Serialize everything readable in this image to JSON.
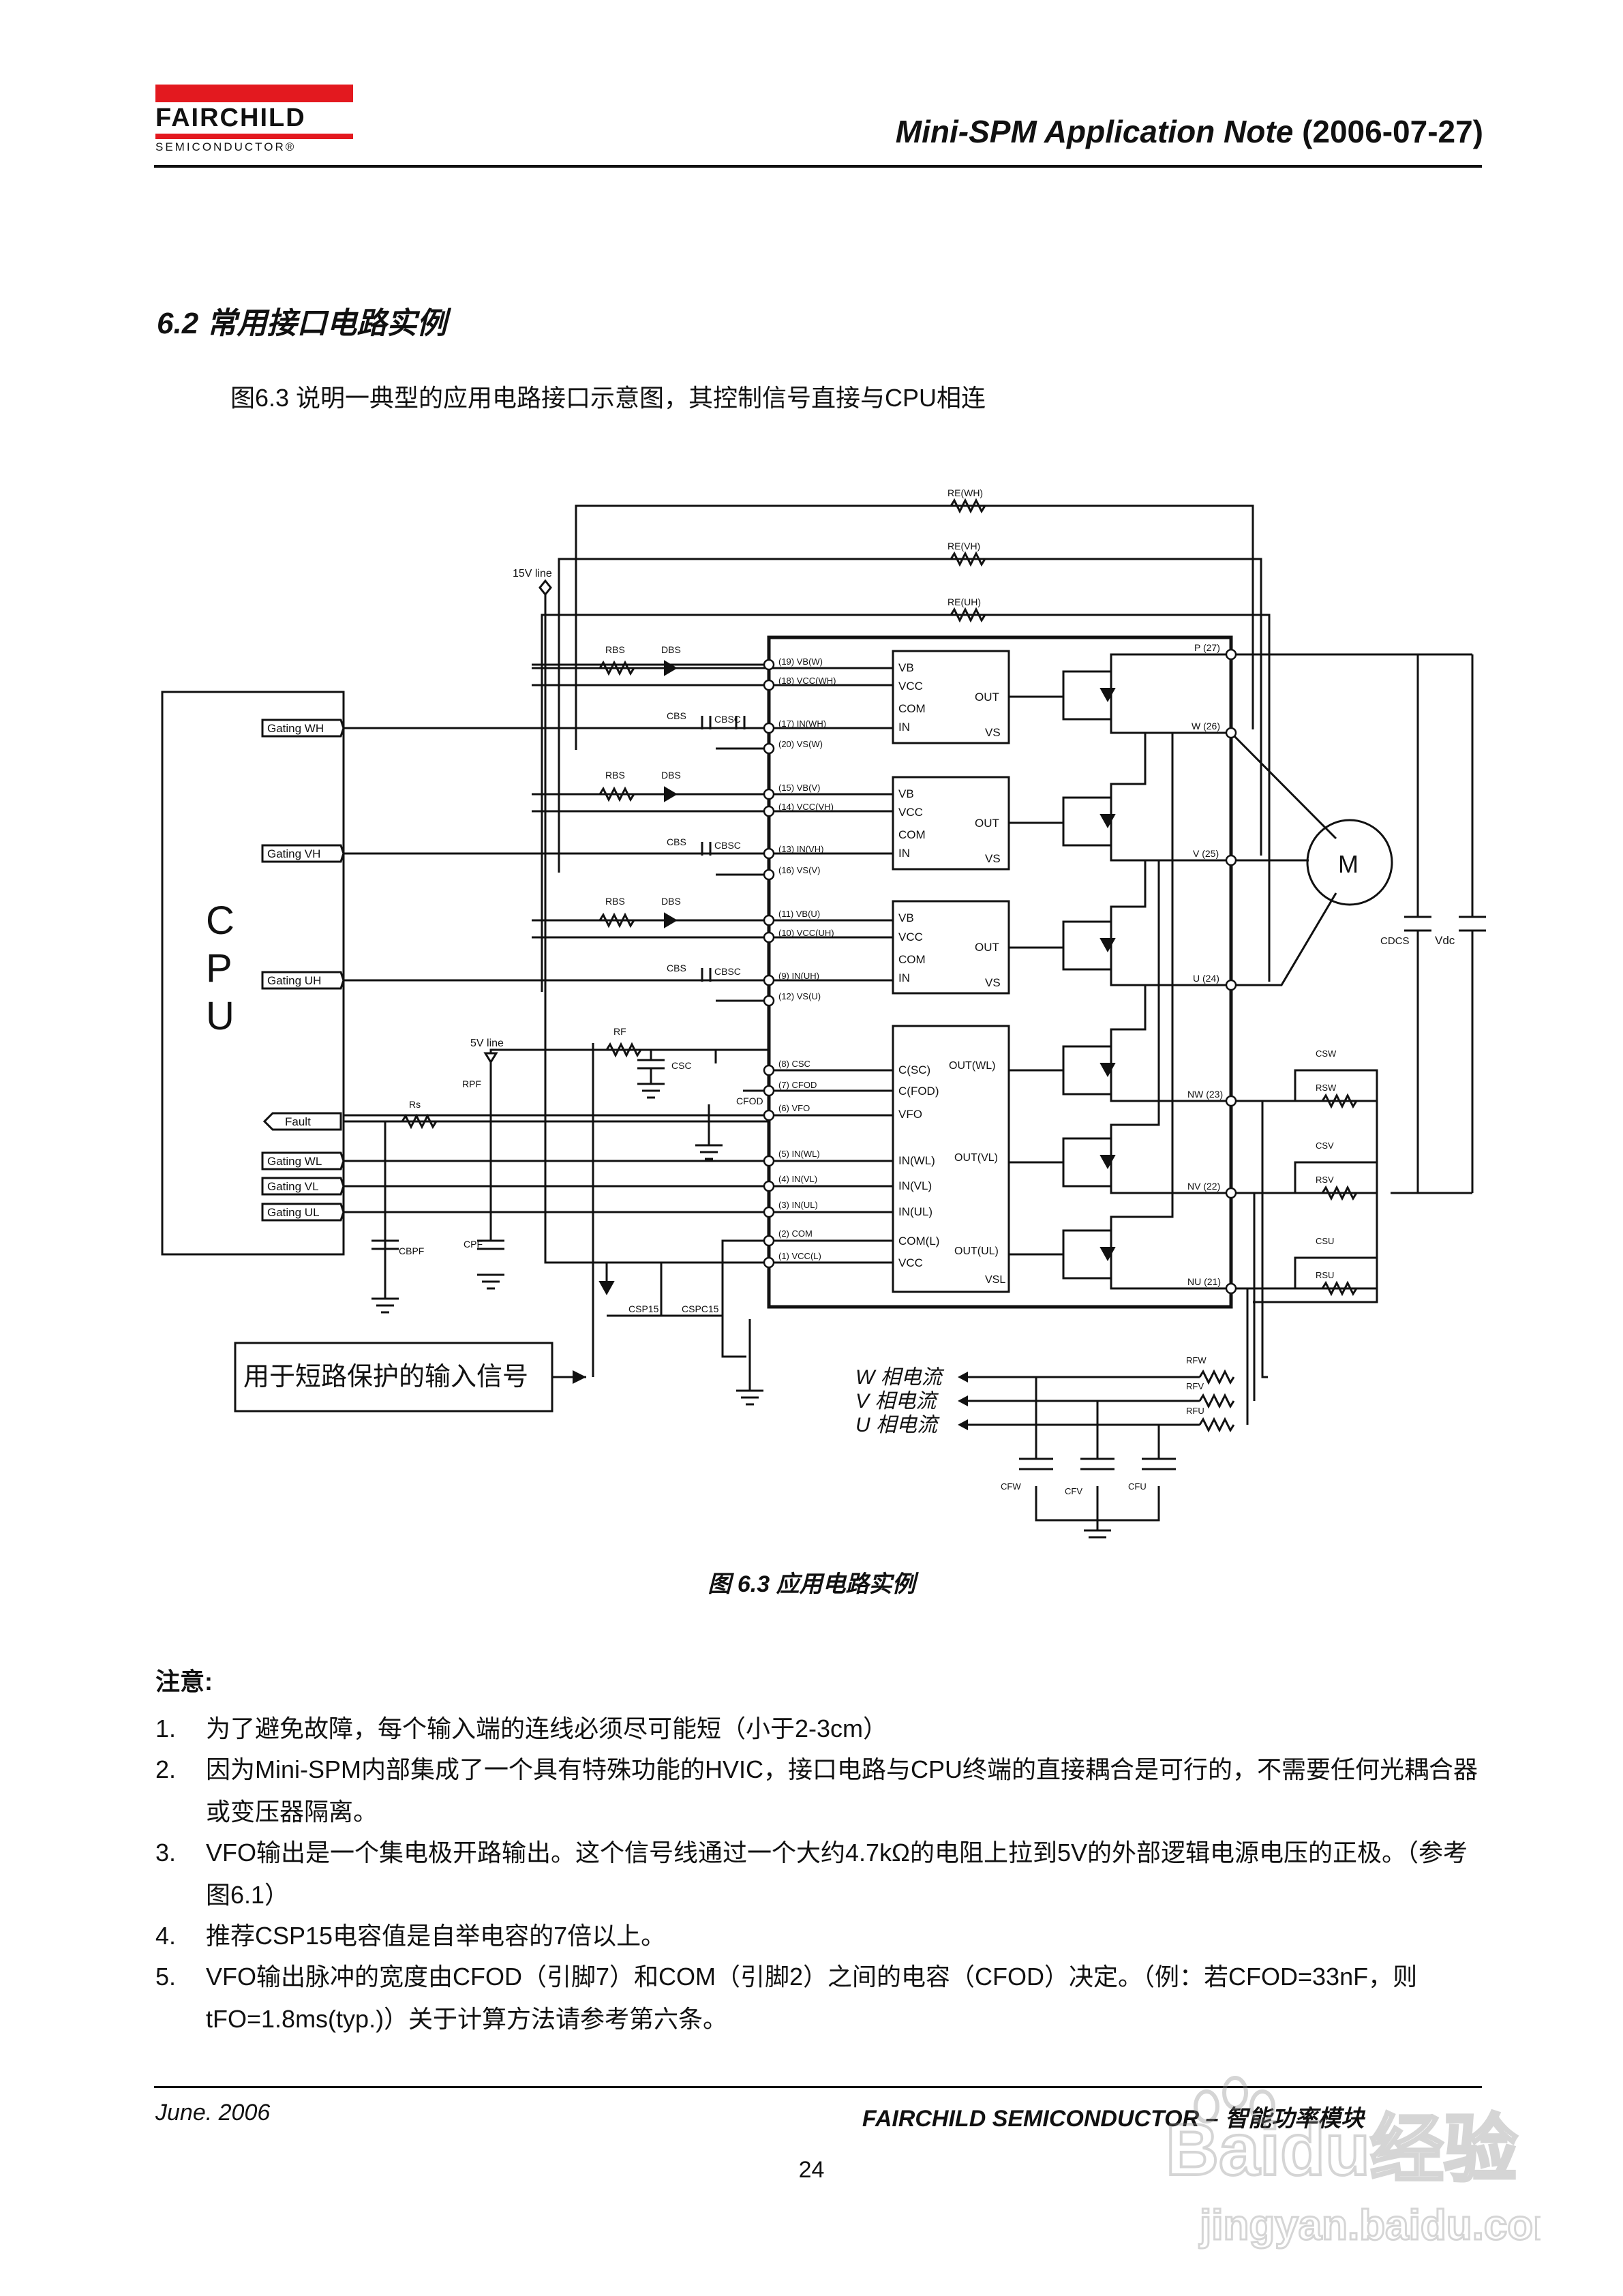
{
  "header": {
    "logo_name": "FAIRCHILD",
    "logo_sub": "SEMICONDUCTOR®",
    "title": "Mini-SPM Application Note",
    "date": "(2006-07-27)"
  },
  "section": {
    "title": "6.2  常用接口电路实例",
    "intro": "图6.3  说明一典型的应用电路接口示意图，其控制信号直接与CPU相连"
  },
  "diagram": {
    "cpu_letters": [
      "C",
      "P",
      "U"
    ],
    "gating_high": [
      "Gating WH",
      "Gating VH",
      "Gating UH"
    ],
    "gating_low": [
      "Gating WL",
      "Gating VL",
      "Gating UL"
    ],
    "fault_label": "Fault",
    "line_15v": "15V line",
    "line_5v": "5V line",
    "resistors_top": [
      "RE(WH)",
      "RE(VH)",
      "RE(UH)"
    ],
    "rbs": "RBS",
    "dbs": "DBS",
    "cbs": "CBS",
    "cbsc": "CBSC",
    "rf": "RF",
    "csc": "CSC",
    "cfod": "CFOD",
    "rpf": "RPF",
    "rs": "Rs",
    "cbpf": "CBPF",
    "cpf": "CPF",
    "csp15": "CSP15",
    "cspc15": "CSPC15",
    "pins_high": [
      [
        "(19) VB(W)",
        "(18) VCC(WH)",
        "(17) IN(WH)",
        "(20) VS(W)"
      ],
      [
        "(15) VB(V)",
        "(14) VCC(VH)",
        "(13) IN(VH)",
        "(16) VS(V)"
      ],
      [
        "(11) VB(U)",
        "(10) VCC(UH)",
        "(9) IN(UH)",
        "(12) VS(U)"
      ]
    ],
    "pins_low": [
      "(8) CSC",
      "(7) CFOD",
      "(6) VFO",
      "(5) IN(WL)",
      "(4) IN(VL)",
      "(3) IN(UL)",
      "(2) COM",
      "(1) VCC(L)"
    ],
    "hvic_pins": [
      "VB",
      "VCC",
      "COM",
      "IN",
      "OUT",
      "VS"
    ],
    "lvic_pins": [
      "C(SC)",
      "C(FOD)",
      "VFO",
      "IN(WL)",
      "IN(VL)",
      "IN(UL)",
      "COM(L)",
      "VCC",
      "OUT(WL)",
      "OUT(VL)",
      "OUT(UL)",
      "VSL"
    ],
    "right_pins": [
      "P (27)",
      "W (26)",
      "V (25)",
      "U (24)",
      "NW (23)",
      "NV (22)",
      "NU (21)"
    ],
    "motor": "M",
    "cdcs": "CDCS",
    "vdc": "Vdc",
    "shunts": [
      [
        "CSW",
        "RSW"
      ],
      [
        "CSV",
        "RSV"
      ],
      [
        "CSU",
        "RSU"
      ]
    ],
    "current_filters": [
      "RFW",
      "RFV",
      "RFU"
    ],
    "current_caps": [
      "CFW",
      "CFV",
      "CFU"
    ],
    "phase_currents": [
      "W 相电流",
      "V 相电流",
      "U 相电流"
    ],
    "sc_input_label": "用于短路保护的输入信号"
  },
  "caption": "图  6.3  应用电路实例",
  "notes": {
    "heading": "注意:",
    "items": [
      {
        "num": "1.",
        "text": "为了避免故障，每个输入端的连线必须尽可能短（小于2-3cm）"
      },
      {
        "num": "2.",
        "text": "因为Mini-SPM内部集成了一个具有特殊功能的HVIC，接口电路与CPU终端的直接耦合是可行的，不需要任何光耦合器或变压器隔离。"
      },
      {
        "num": "3.",
        "text": "VFO输出是一个集电极开路输出。这个信号线通过一个大约4.7kΩ的电阻上拉到5V的外部逻辑电源电压的正极。（参考图6.1）"
      },
      {
        "num": "4.",
        "text": "推荐CSP15电容值是自举电容的7倍以上。"
      },
      {
        "num": "5.",
        "text": "VFO输出脉冲的宽度由CFOD（引脚7）和COM（引脚2）之间的电容（CFOD）决定。（例：若CFOD=33nF，则tFO=1.8ms(typ.)）关于计算方法请参考第六条。"
      }
    ]
  },
  "footer": {
    "date": "June. 2006",
    "company": "FAIRCHILD SEMICONDUCTOR – 智能功率模块",
    "page": "24"
  },
  "watermark": {
    "brand": "Baidu经验",
    "url": "jingyan.baidu.com"
  }
}
